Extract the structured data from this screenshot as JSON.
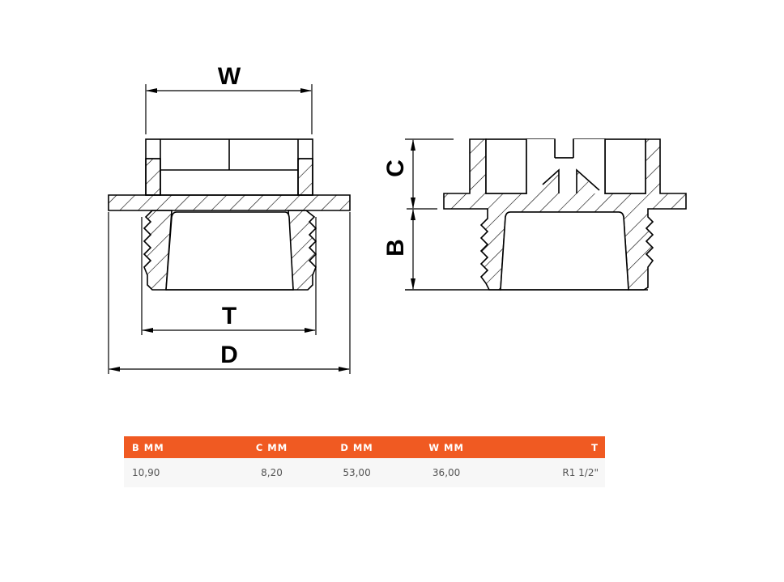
{
  "drawing": {
    "front_view": {
      "dimension_labels": {
        "width": "W",
        "thread": "T",
        "diameter": "D"
      }
    },
    "side_view": {
      "dimension_labels": {
        "cap_height": "C",
        "thread_height": "B"
      }
    }
  },
  "spec_table": {
    "header_color": "#f05a22",
    "columns": [
      "B MM",
      "C MM",
      "D MM",
      "W MM",
      "T"
    ],
    "rows": [
      [
        "10,90",
        "8,20",
        "53,00",
        "36,00",
        "R1 1/2\""
      ]
    ]
  }
}
